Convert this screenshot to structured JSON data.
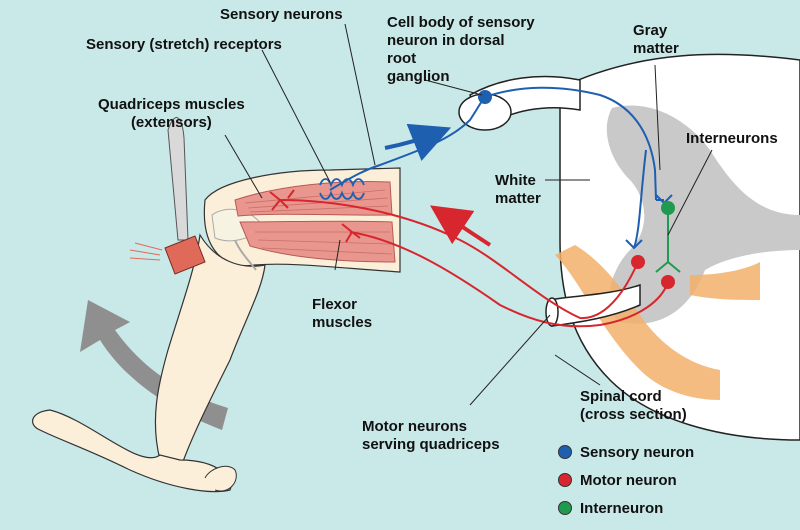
{
  "labels": {
    "sensory_neurons": "Sensory neurons",
    "stretch_receptors": "Sensory (stretch) receptors",
    "cell_body": "Cell body of sensory\nneuron in dorsal\nroot\nganglion",
    "gray_matter": "Gray\nmatter",
    "quadriceps": "Quadriceps muscles\n(extensors)",
    "interneurons": "Interneurons",
    "white_matter": "White\nmatter",
    "flexor": "Flexor\nmuscles",
    "spinal_cord": "Spinal cord\n(cross section)",
    "motor_neurons": "Motor neurons\nserving quadriceps"
  },
  "legend": [
    {
      "label": "Sensory neuron",
      "color": "#1f5fb0"
    },
    {
      "label": "Motor neuron",
      "color": "#d7262d"
    },
    {
      "label": "Interneuron",
      "color": "#1f9a4f"
    }
  ],
  "colors": {
    "background": "#c9e8e8",
    "sensory": "#1f5fb0",
    "motor": "#d7262d",
    "inter": "#1f9a4f",
    "gray_matter": "#c9c9c9",
    "skin": "#fcefd9",
    "muscle": "#e8968e",
    "arrow": "#8f8f8f",
    "ganglion": "#f2b06a"
  }
}
